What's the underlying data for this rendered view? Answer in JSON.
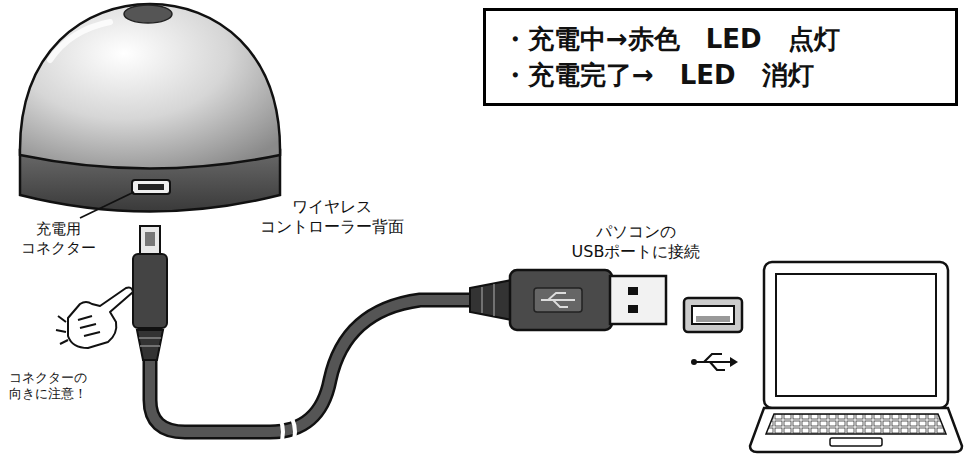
{
  "diagram": {
    "nodes": [
      {
        "text": [
          "・充電中→赤色　LED　点灯",
          "・充電完了→　LED　消灯"
        ]
      }
    ],
    "edges": [],
    "labels": [
      "ワイヤレス コントローラー背面",
      "充電用 コネクター",
      "コネクターの 向きに注意！",
      "パソコンの USBポートに接続"
    ]
  }
}
